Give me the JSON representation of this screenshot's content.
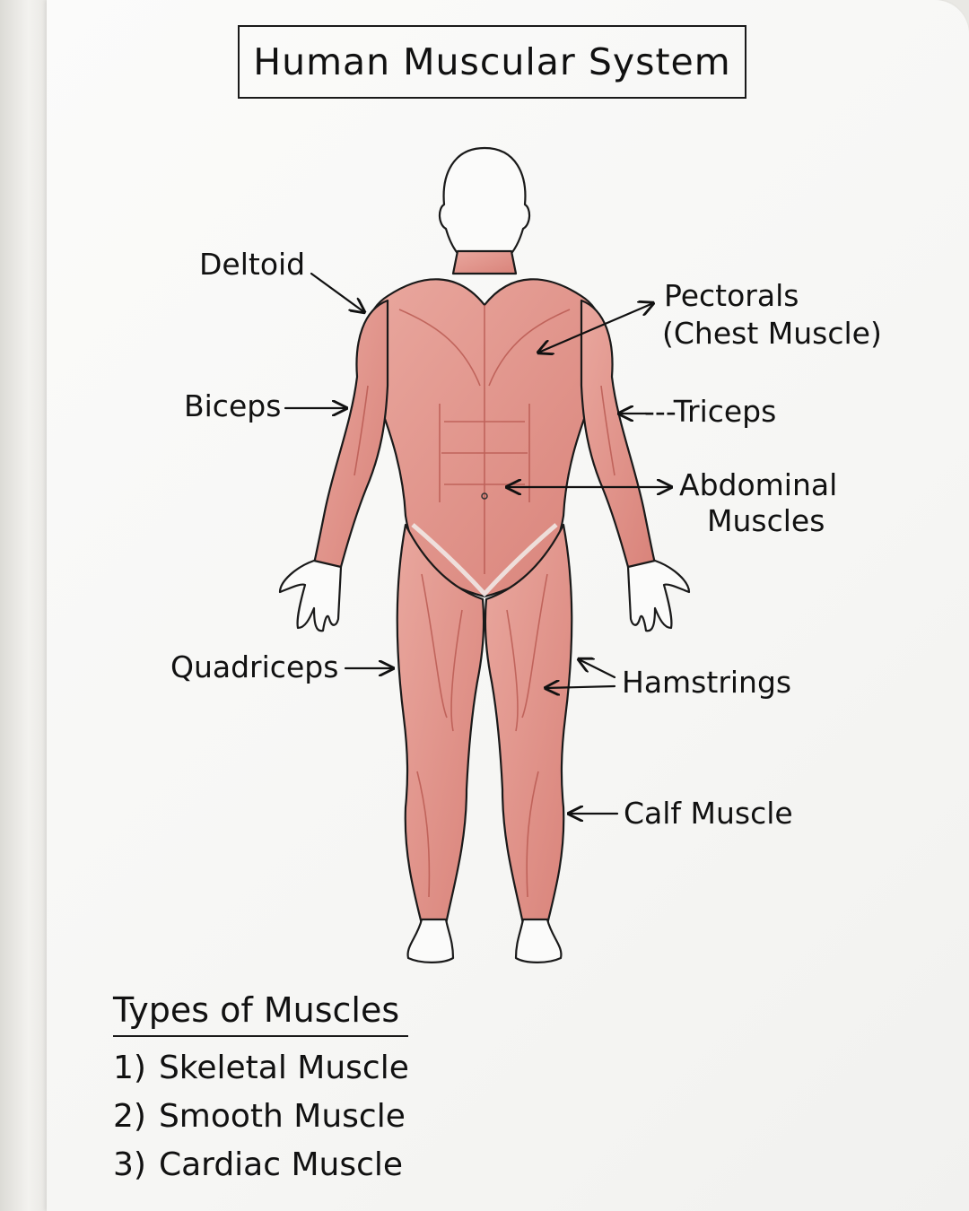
{
  "title": "Human Muscular System",
  "labels": {
    "deltoid": "Deltoid",
    "pectorals_line1": "Pectorals",
    "pectorals_line2": "(Chest Muscle)",
    "biceps": "Biceps",
    "triceps": "---Triceps",
    "abdominal_line1": "Abdominal",
    "abdominal_line2": "Muscles",
    "quadriceps": "Quadriceps",
    "hamstrings": "Hamstrings",
    "calf": "Calf Muscle"
  },
  "types": {
    "heading": "Types of Muscles",
    "items": [
      {
        "num": "1)",
        "name": "Skeletal Muscle"
      },
      {
        "num": "2)",
        "name": "Smooth Muscle"
      },
      {
        "num": "3)",
        "name": "Cardiac Muscle"
      }
    ]
  },
  "colors": {
    "muscle": "#e3958c",
    "muscle_dark": "#c9665e",
    "ink": "#111111",
    "paper": "#f7f7f5"
  }
}
